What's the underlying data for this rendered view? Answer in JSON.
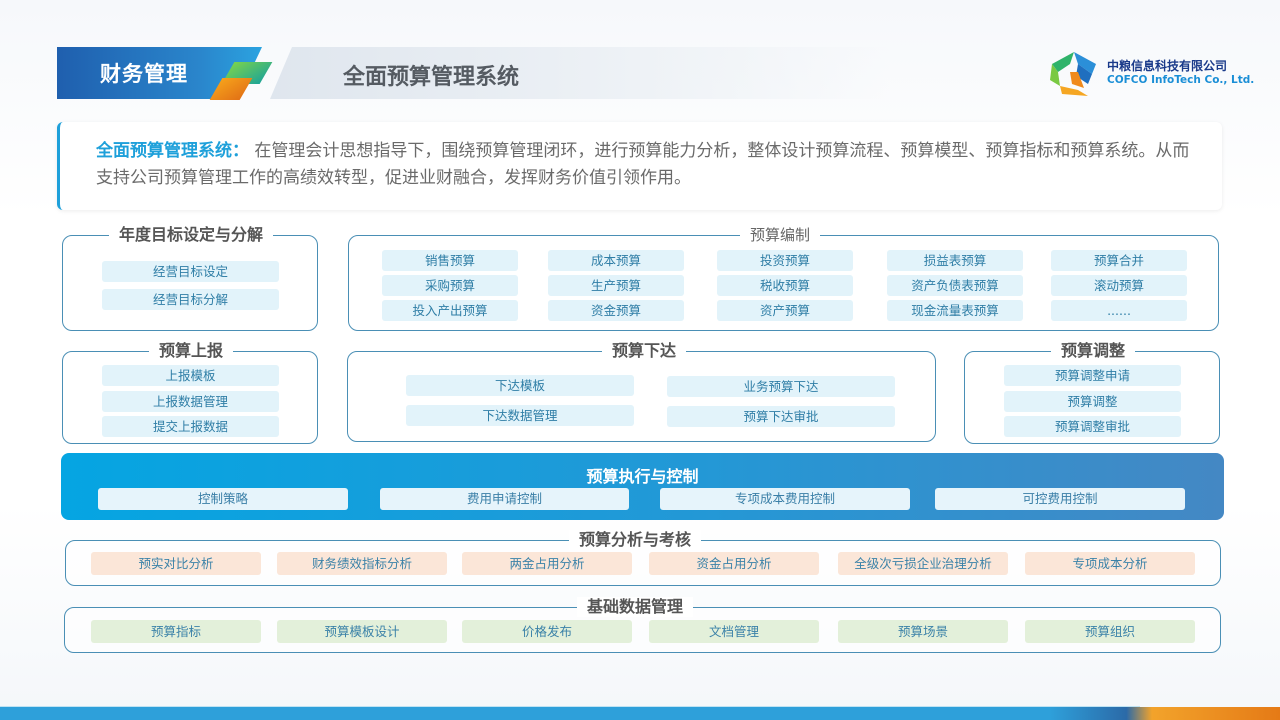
{
  "header": {
    "section_label": "财务管理",
    "title": "全面预算管理系统",
    "company_cn": "中粮信息科技有限公司",
    "company_en": "COFCO InfoTech Co., Ltd."
  },
  "intro": {
    "label": "全面预算管理系统：",
    "text": "在管理会计思想指导下，围绕预算管理闭环，进行预算能力分析，整体设计预算流程、预算模型、预算指标和预算系统。从而支持公司预算管理工作的高绩效转型，促进业财融合，发挥财务价值引领作用。"
  },
  "groups": {
    "annual_target": {
      "title": "年度目标设定与分解",
      "items": [
        "经营目标设定",
        "经营目标分解"
      ]
    },
    "budget_compile": {
      "title": "预算编制",
      "items": [
        "销售预算",
        "成本预算",
        "投资预算",
        "损益表预算",
        "预算合并",
        "采购预算",
        "生产预算",
        "税收预算",
        "资产负债表预算",
        "滚动预算",
        "投入产出预算",
        "资金预算",
        "资产预算",
        "现金流量表预算",
        "......"
      ]
    },
    "budget_report": {
      "title": "预算上报",
      "items": [
        "上报模板",
        "上报数据管理",
        "提交上报数据"
      ]
    },
    "budget_issue": {
      "title": "预算下达",
      "items": [
        "下达模板",
        "业务预算下达",
        "下达数据管理",
        "预算下达审批"
      ]
    },
    "budget_adjust": {
      "title": "预算调整",
      "items": [
        "预算调整申请",
        "预算调整",
        "预算调整审批"
      ]
    },
    "execution": {
      "title": "预算执行与控制",
      "items": [
        "控制策略",
        "费用申请控制",
        "专项成本费用控制",
        "可控费用控制"
      ]
    },
    "analysis": {
      "title": "预算分析与考核",
      "items": [
        "预实对比分析",
        "财务绩效指标分析",
        "两金占用分析",
        "资金占用分析",
        "全级次亏损企业治理分析",
        "专项成本分析"
      ]
    },
    "base_data": {
      "title": "基础数据管理",
      "items": [
        "预算指标",
        "预算模板设计",
        "价格发布",
        "文档管理",
        "预算场景",
        "预算组织"
      ]
    }
  },
  "colors": {
    "accent_blue": "#1ea0da",
    "chip_blue": "#e2f3fa",
    "chip_peach": "#fbe6d8",
    "chip_green": "#e3f0da",
    "brand_orange": "#e57a16"
  }
}
